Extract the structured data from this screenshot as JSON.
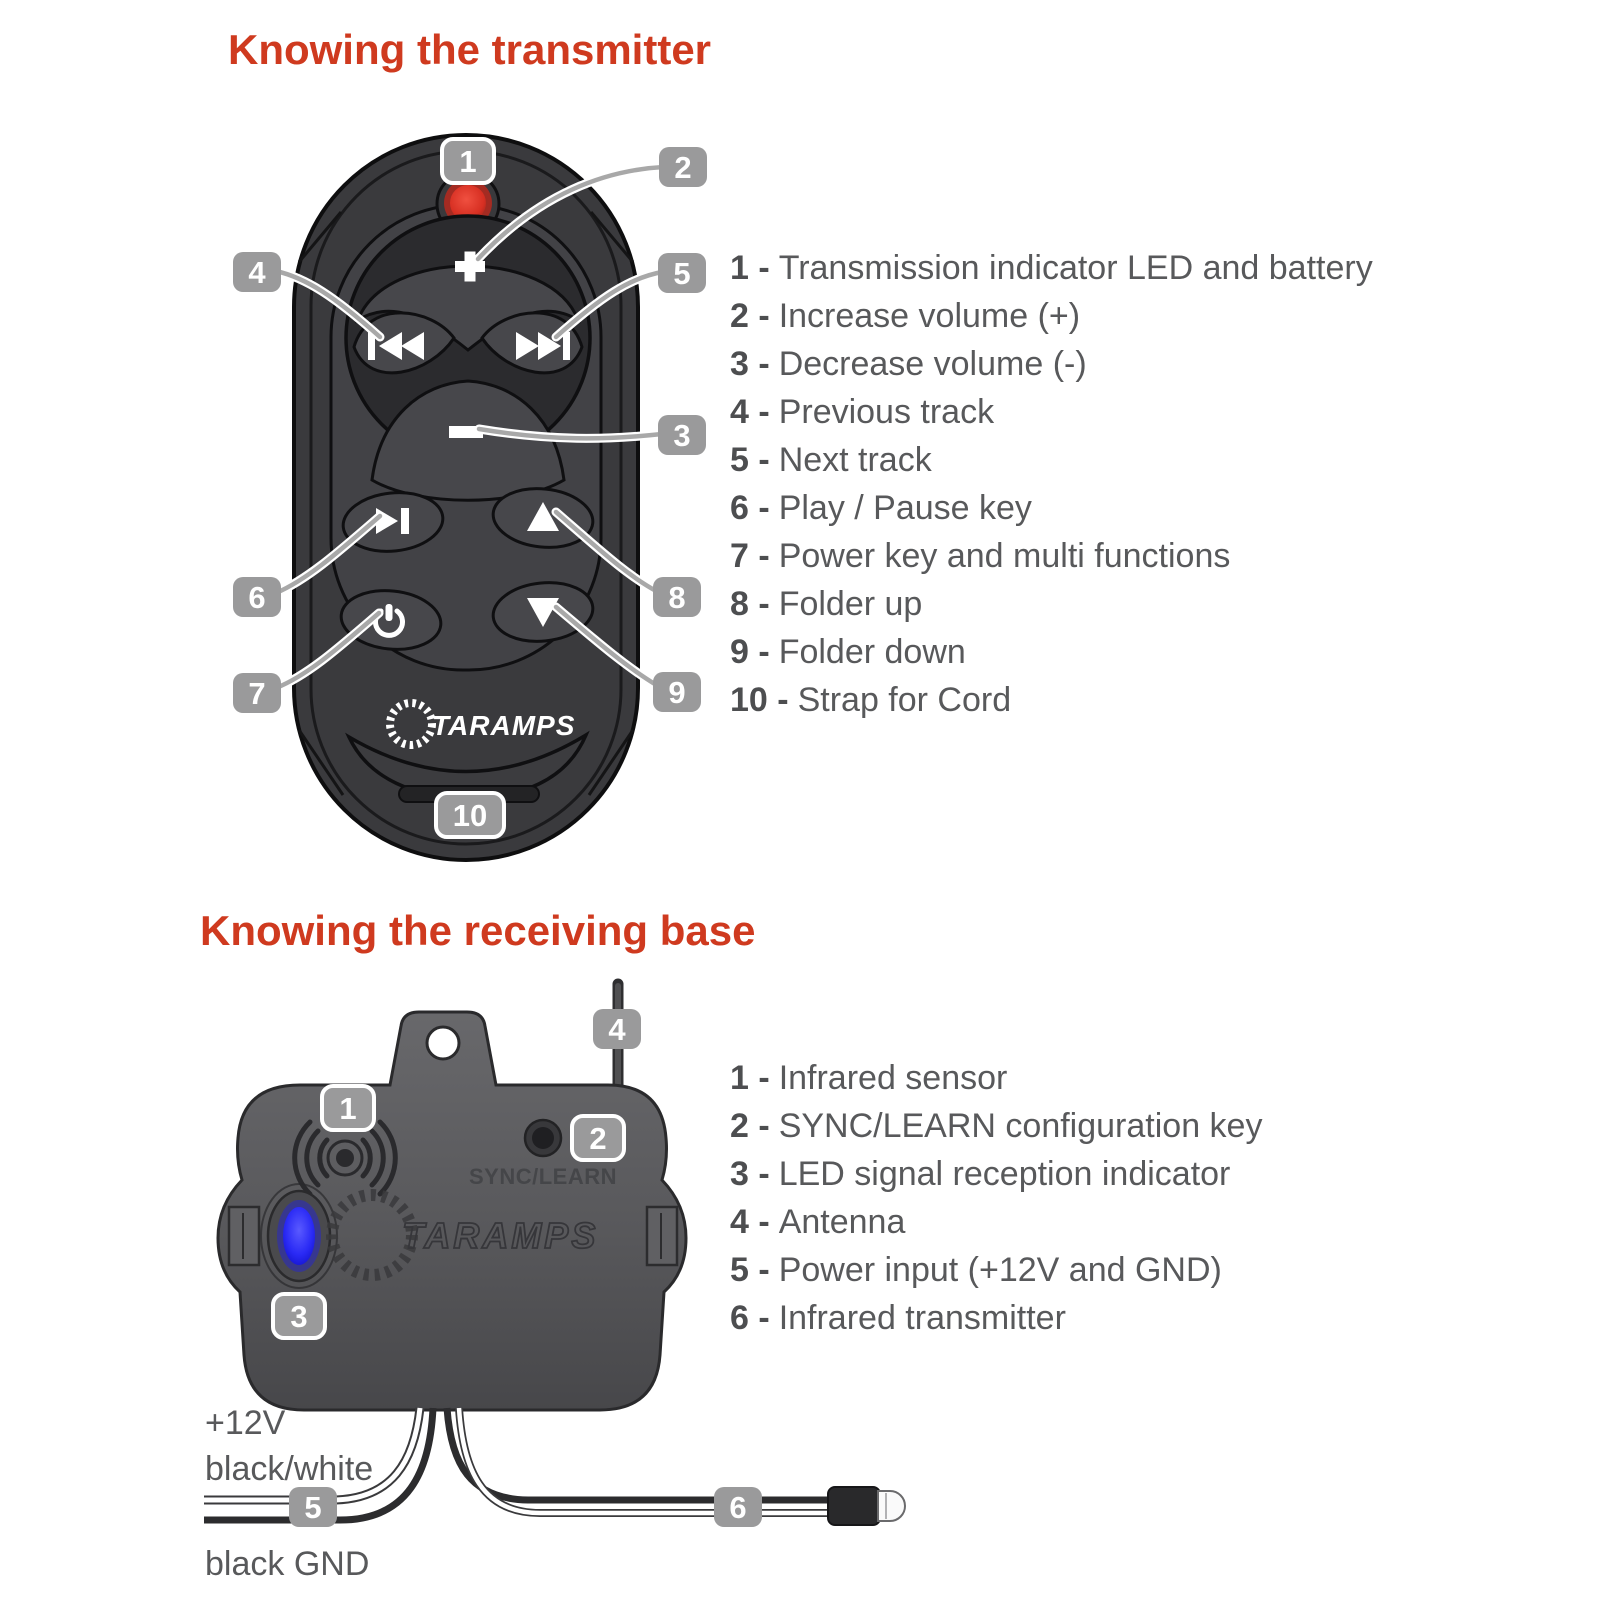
{
  "colors": {
    "accent": "#cf3a1f",
    "badge_gray": "#9a9a9b",
    "legend_text": "#58595b",
    "remote_body": "#3a3a3d",
    "base_body": "#5a5a5d",
    "led_red": "#e03428",
    "led_blue": "#2a2af5"
  },
  "transmitter": {
    "title": "Knowing the transmitter",
    "brand": "TARAMPS",
    "badges": {
      "b1": "1",
      "b2": "2",
      "b3": "3",
      "b4": "4",
      "b5": "5",
      "b6": "6",
      "b7": "7",
      "b8": "8",
      "b9": "9",
      "b10": "10"
    },
    "legend": [
      {
        "n": "1 -",
        "t": "Transmission indicator LED and battery"
      },
      {
        "n": "2 -",
        "t": "Increase volume (+)"
      },
      {
        "n": "3 -",
        "t": "Decrease volume (-)"
      },
      {
        "n": "4 -",
        "t": "Previous track"
      },
      {
        "n": "5 -",
        "t": "Next track"
      },
      {
        "n": "6 -",
        "t": "Play / Pause key"
      },
      {
        "n": "7 -",
        "t": "Power key and multi functions"
      },
      {
        "n": "8 -",
        "t": "Folder up"
      },
      {
        "n": "9 -",
        "t": "Folder down"
      },
      {
        "n": "10 -",
        "t": "Strap for Cord"
      }
    ]
  },
  "receiver": {
    "title": "Knowing the receiving base",
    "brand": "TARAMPS",
    "sync_learn": "SYNC/LEARN",
    "badges": {
      "b1": "1",
      "b2": "2",
      "b3": "3",
      "b4": "4",
      "b5": "5",
      "b6": "6"
    },
    "legend": [
      {
        "n": "1 -",
        "t": "Infrared sensor"
      },
      {
        "n": "2 -",
        "t": "SYNC/LEARN configuration key"
      },
      {
        "n": "3 -",
        "t": "LED signal reception indicator"
      },
      {
        "n": "4 -",
        "t": "Antenna"
      },
      {
        "n": "5 -",
        "t": "Power input (+12V and GND)"
      },
      {
        "n": "6 -",
        "t": "Infrared transmitter"
      }
    ],
    "wires": {
      "v12": "+12V",
      "bw": "black/white",
      "gnd": "black GND"
    }
  }
}
